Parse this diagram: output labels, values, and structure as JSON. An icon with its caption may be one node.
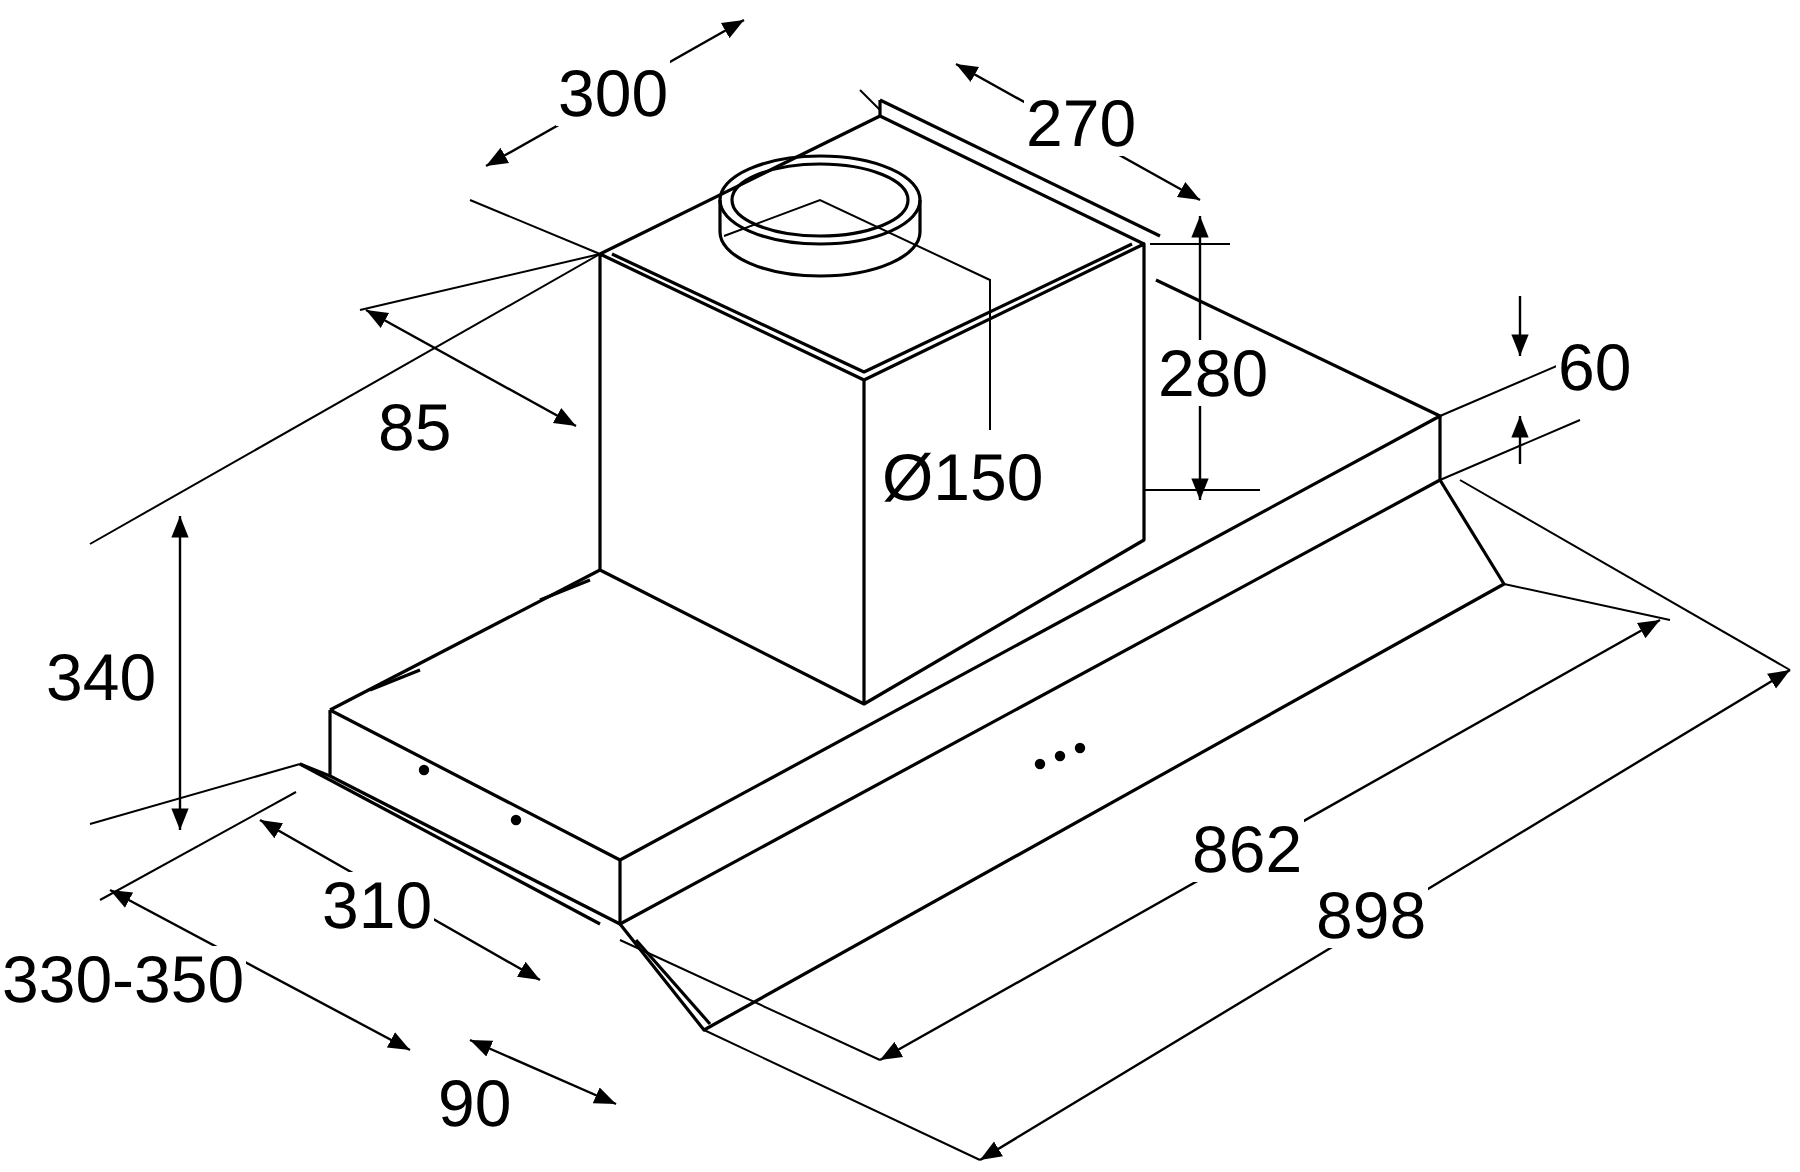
{
  "diagram": {
    "labels": [
      "300",
      "270",
      "85",
      "Ø150",
      "280",
      "60",
      "340",
      "310",
      "330-350",
      "862",
      "898",
      "90"
    ]
  }
}
